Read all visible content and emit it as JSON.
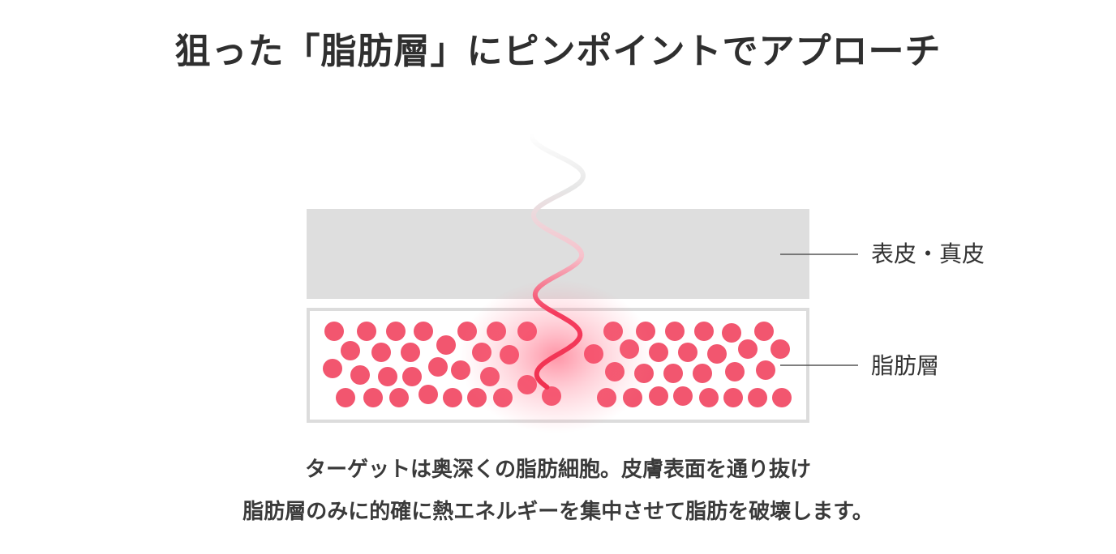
{
  "heading": "狙った「脂肪層」にピンポイントでアプローチ",
  "labels": {
    "skin": "表皮・真皮",
    "fat": "脂肪層"
  },
  "caption": {
    "line1": "ターゲットは奥深くの脂肪細胞。皮膚表面を通り抜け",
    "line2": "脂肪層のみに的確に熱エネルギーを集中させて脂肪を破壊します。"
  },
  "colors": {
    "skin_layer": "#dedede",
    "fat_border": "#dcdcdc",
    "fat_cell": "#f2566f",
    "wave_core": "#f53c5e",
    "glow": "#ff3b5c"
  }
}
